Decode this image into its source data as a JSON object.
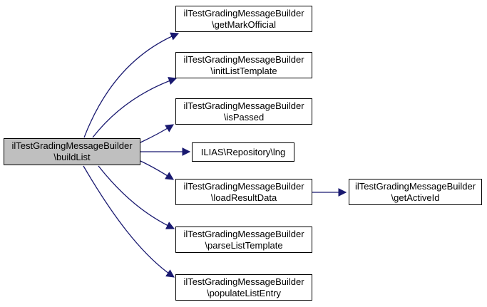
{
  "diagram": {
    "type": "call-graph",
    "background": "#ffffff",
    "edge_color": "#191970",
    "node_border_color": "#000000",
    "node_fill": "#ffffff",
    "highlight_node_fill": "#bfbfbf",
    "text_color": "#000000"
  },
  "nodes": {
    "buildList": {
      "line1": "ilTestGradingMessageBuilder",
      "line2": "\\buildList",
      "highlighted": true
    },
    "getMarkOfficial": {
      "line1": "ilTestGradingMessageBuilder",
      "line2": "\\getMarkOfficial"
    },
    "initListTemplate": {
      "line1": "ilTestGradingMessageBuilder",
      "line2": "\\initListTemplate"
    },
    "isPassed": {
      "line1": "ilTestGradingMessageBuilder",
      "line2": "\\isPassed"
    },
    "lng": {
      "label": "ILIAS\\Repository\\lng"
    },
    "loadResultData": {
      "line1": "ilTestGradingMessageBuilder",
      "line2": "\\loadResultData"
    },
    "parseListTemplate": {
      "line1": "ilTestGradingMessageBuilder",
      "line2": "\\parseListTemplate"
    },
    "populateListEntry": {
      "line1": "ilTestGradingMessageBuilder",
      "line2": "\\populateListEntry"
    },
    "getActiveId": {
      "line1": "ilTestGradingMessageBuilder",
      "line2": "\\getActiveId"
    }
  },
  "edges": [
    {
      "from": "ilTestGradingMessageBuilder\\buildList",
      "to": "ilTestGradingMessageBuilder\\getMarkOfficial"
    },
    {
      "from": "ilTestGradingMessageBuilder\\buildList",
      "to": "ilTestGradingMessageBuilder\\initListTemplate"
    },
    {
      "from": "ilTestGradingMessageBuilder\\buildList",
      "to": "ilTestGradingMessageBuilder\\isPassed"
    },
    {
      "from": "ilTestGradingMessageBuilder\\buildList",
      "to": "ILIAS\\Repository\\lng"
    },
    {
      "from": "ilTestGradingMessageBuilder\\buildList",
      "to": "ilTestGradingMessageBuilder\\loadResultData"
    },
    {
      "from": "ilTestGradingMessageBuilder\\buildList",
      "to": "ilTestGradingMessageBuilder\\parseListTemplate"
    },
    {
      "from": "ilTestGradingMessageBuilder\\buildList",
      "to": "ilTestGradingMessageBuilder\\populateListEntry"
    },
    {
      "from": "ilTestGradingMessageBuilder\\loadResultData",
      "to": "ilTestGradingMessageBuilder\\getActiveId"
    }
  ]
}
